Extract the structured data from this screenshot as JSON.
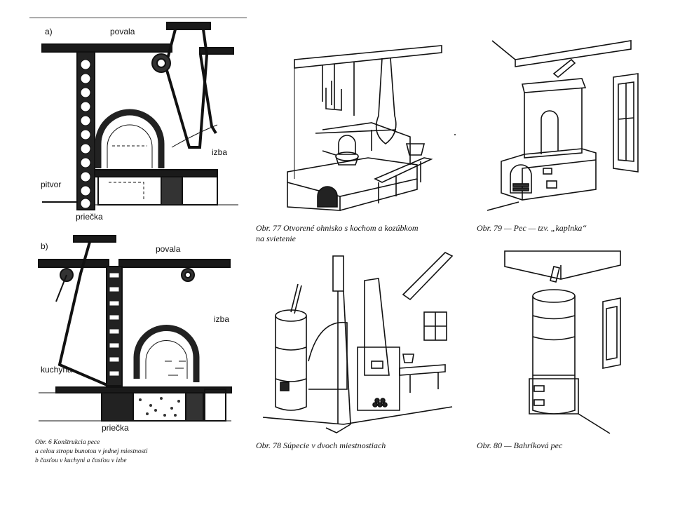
{
  "fig6": {
    "a": {
      "letter": "a)",
      "povala": "povala",
      "izba": "izba",
      "pitvor": "pitvor",
      "prIecka": "priečka"
    },
    "b": {
      "letter": "b)",
      "povala": "povala",
      "izba": "izba",
      "kuchyna": "kuchyňa",
      "prIecka": "priečka"
    },
    "caption_line1": "Obr. 6   Konštrukcia pece",
    "caption_line2": "a      celou stropu bunotou v jednej miestnosti",
    "caption_line3": "b      časťou v kuchyni a časťou v izbe"
  },
  "fig77": {
    "caption_line1": "Obr. 77   Otvorené ohnisko s kochom a kozúbkom",
    "caption_line2": "na svietenie"
  },
  "fig78": {
    "caption": "Obr. 78   Súpecie v dvoch miestnostiach"
  },
  "fig79": {
    "caption": "Obr. 79 — Pec — tzv. „kaplnka“"
  },
  "fig80": {
    "caption": "Obr. 80 — Bahríková pec"
  }
}
